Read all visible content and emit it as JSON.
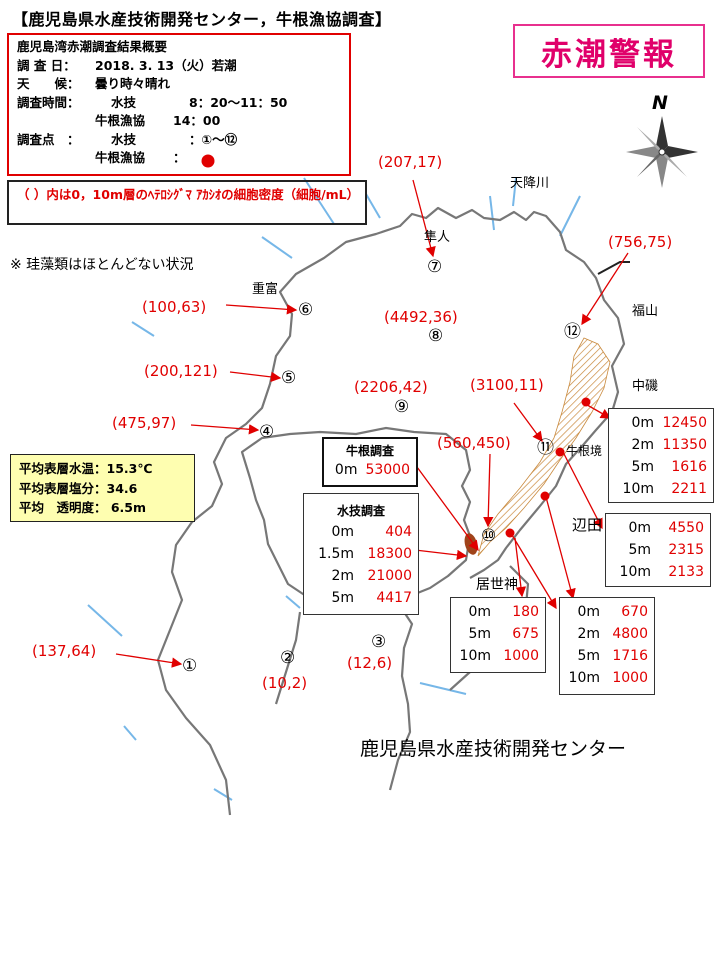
{
  "title": "【鹿児島県水産技術開発センター，牛根漁協調査】",
  "alert_badge": "赤潮警報",
  "summary": {
    "heading": "鹿児島湾赤潮調査結果概要",
    "date_key": "調 査 日：",
    "date_val": "2018. 3. 13（火）若潮",
    "weather_key": "天　　候：",
    "weather_val": "曇り時々晴れ",
    "time_key": "調査時間：",
    "time_1_org": "水技",
    "time_1_val": "8：20～11：50",
    "time_2_org": "牛根漁協",
    "time_2_val": "14：00",
    "points_key": "調査点　：",
    "points_1_org": "水技",
    "points_1_val": "：①～⑫",
    "points_2_org": "牛根漁協",
    "points_2_val": "："
  },
  "note": "（ ）内は0，10m層のﾍﾃﾛｼｸﾞﾏ ｱｶｼｵの細胞密度（細胞/mL）",
  "diatom_note": "※ 珪藻類はほとんどない状況",
  "averages": {
    "temp": "平均表層水温：15.3℃",
    "salinity": "平均表層塩分：34.6",
    "transparency": "平均　透明度： 6.5m"
  },
  "footer": "鹿児島県水産技術開発センター",
  "compass_label": "N",
  "places": {
    "tenkou": "天降川",
    "hayato": "隼人",
    "shigetomi": "重富",
    "fukuyama": "福山",
    "nakaiso": "中磯",
    "ushinezakai": "牛根境",
    "heta": "辺田",
    "isegami": "居世神"
  },
  "stations": [
    {
      "id": "1",
      "symbol": "①",
      "coord": "(137,64)"
    },
    {
      "id": "2",
      "symbol": "②",
      "coord": "(10,2)"
    },
    {
      "id": "3",
      "symbol": "③",
      "coord": "(12,6)"
    },
    {
      "id": "4",
      "symbol": "④",
      "coord": "(475,97)"
    },
    {
      "id": "5",
      "symbol": "⑤",
      "coord": "(200,121)"
    },
    {
      "id": "6",
      "symbol": "⑥",
      "coord": "(100,63)"
    },
    {
      "id": "7",
      "symbol": "⑦",
      "coord": "(207,17)"
    },
    {
      "id": "8",
      "symbol": "⑧",
      "coord": "(4492,36)"
    },
    {
      "id": "9",
      "symbol": "⑨",
      "coord": "(2206,42)"
    },
    {
      "id": "10",
      "symbol": "⑩",
      "coord": "(560,450)"
    },
    {
      "id": "11",
      "symbol": "⑪",
      "coord": "(3100,11)"
    },
    {
      "id": "12",
      "symbol": "⑫",
      "coord": "(756,75)"
    }
  ],
  "tables": {
    "ushine": {
      "title": "牛根調査",
      "rows": [
        {
          "d": "0m",
          "v": "53000"
        }
      ]
    },
    "suigi": {
      "title": "水技調査",
      "rows": [
        {
          "d": "0m",
          "v": "404"
        },
        {
          "d": "1.5m",
          "v": "18300"
        },
        {
          "d": "2m",
          "v": "21000"
        },
        {
          "d": "5m",
          "v": "4417"
        }
      ]
    },
    "nakaiso": {
      "rows": [
        {
          "d": "0m",
          "v": "12450"
        },
        {
          "d": "2m",
          "v": "11350"
        },
        {
          "d": "5m",
          "v": "1616"
        },
        {
          "d": "10m",
          "v": "2211"
        }
      ]
    },
    "ushinezakai": {
      "rows": [
        {
          "d": "0m",
          "v": "4550"
        },
        {
          "d": "5m",
          "v": "2315"
        },
        {
          "d": "10m",
          "v": "2133"
        }
      ]
    },
    "isegami": {
      "rows": [
        {
          "d": "0m",
          "v": "180"
        },
        {
          "d": "5m",
          "v": "675"
        },
        {
          "d": "10m",
          "v": "1000"
        }
      ]
    },
    "heta": {
      "rows": [
        {
          "d": "0m",
          "v": "670"
        },
        {
          "d": "2m",
          "v": "4800"
        },
        {
          "d": "5m",
          "v": "1716"
        },
        {
          "d": "10m",
          "v": "1000"
        }
      ]
    }
  }
}
